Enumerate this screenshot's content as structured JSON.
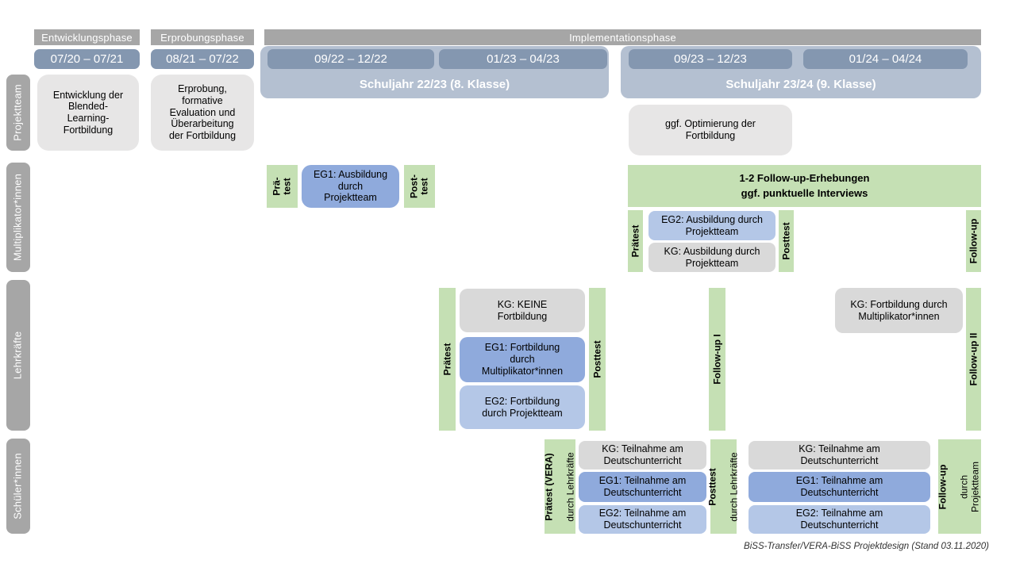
{
  "phases": {
    "entwicklung": "Entwicklungsphase",
    "erprobung": "Erprobungsphase",
    "implementation": "Implementationsphase"
  },
  "dates": {
    "d1": "07/20 – 07/21",
    "d2": "08/21 – 07/22",
    "d3": "09/22 – 12/22",
    "d4": "01/23 – 04/23",
    "d5": "09/23 – 12/23",
    "d6": "01/24 – 04/24"
  },
  "school_years": {
    "sy2223": "Schuljahr 22/23 (8. Klasse)",
    "sy2324": "Schuljahr 23/24 (9. Klasse)"
  },
  "sidebar": {
    "projektteam": "Projektteam",
    "multiplikatoren": "Multiplikator*innen",
    "lehrkraefte": "Lehrkräfte",
    "schueler": "Schüler*innen"
  },
  "projektteam_row": {
    "entwicklung": "Entwicklung der\nBlended-\nLearning-\nFortbildung",
    "erprobung": "Erprobung,\nformative\nEvaluation und\nÜberarbeitung\nder Fortbildung",
    "optimierung": "ggf. Optimierung der\nFortbildung"
  },
  "multiplikatoren_row": {
    "praetest_1": "Prä-\ntest",
    "eg1": "EG1: Ausbildung\ndurch\nProjektteam",
    "posttest_1": "Post-\ntest",
    "followup_erhebungen": "1-2 Follow-up-Erhebungen\nggf. punktuelle Interviews",
    "praetest_2": "Prätest",
    "eg2": "EG2: Ausbildung durch\nProjektteam",
    "kg": "KG: Ausbildung durch\nProjektteam",
    "posttest_2": "Posttest",
    "followup": "Follow-up"
  },
  "lehrkraefte_row": {
    "praetest": "Prätest",
    "kg_keine": "KG: KEINE\nFortbildung",
    "eg1": "EG1: Fortbildung\ndurch\nMultiplikator*innen",
    "eg2": "EG2: Fortbildung\ndurch Projektteam",
    "posttest": "Posttest",
    "followup_1": "Follow-up I",
    "kg_fortbildung": "KG: Fortbildung durch\nMultiplikator*innen",
    "followup_2": "Follow-up II"
  },
  "schueler_row": {
    "praetest": {
      "title": "Prätest (VERA)",
      "subtitle": "durch Lehrkräfte"
    },
    "kg_1": "KG: Teilnahme am\nDeutschunterricht",
    "eg1_1": "EG1: Teilnahme am\nDeutschunterricht",
    "eg2_1": "EG2: Teilnahme am\nDeutschunterricht",
    "posttest": {
      "title": "Posttest",
      "subtitle": "durch Lehrkräfte"
    },
    "kg_2": "KG: Teilnahme am\nDeutschunterricht",
    "eg1_2": "EG1: Teilnahme am\nDeutschunterricht",
    "eg2_2": "EG2: Teilnahme am\nDeutschunterricht",
    "followup": {
      "title": "Follow-up",
      "subtitle": "durch\nProjektteam"
    }
  },
  "caption": "BiSS-Transfer/VERA-BiSS Projektdesign (Stand 03.11.2020)",
  "colors": {
    "phase_header": "#a6a6a6",
    "date_bar": "#8497b0",
    "schoolyear_band": "#b4c0d1",
    "neutral_box": "#e7e6e6",
    "kg_box": "#d9d9d9",
    "eg1_box": "#8faadc",
    "eg2_box": "#b4c7e7",
    "test_green": "#c5e0b4"
  }
}
